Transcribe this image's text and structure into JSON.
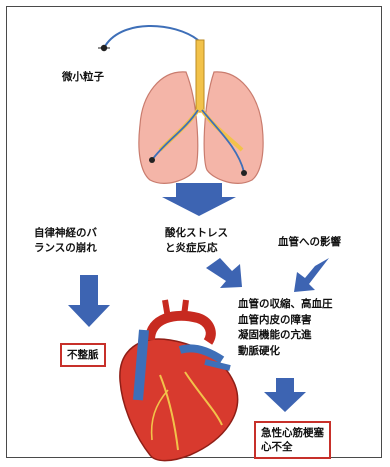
{
  "labels": {
    "particles": "微小粒子",
    "autonomic_line1": "自律神経のバ",
    "autonomic_line2": "ランスの崩れ",
    "oxidative_line1": "酸化ストレス",
    "oxidative_line2": "と炎症反応",
    "vascular": "血管への影響",
    "effects": [
      "血管の収縮、高血圧",
      "血管内皮の障害",
      "凝固機能の亢進",
      "動脈硬化"
    ],
    "arrhythmia": "不整脈",
    "outcome_line1": "急性心筋梗塞",
    "outcome_line2": "心不全"
  },
  "colors": {
    "frame": "#4a4a4a",
    "arrow": "#3d64b2",
    "box_border": "#c7302a",
    "lung": "#f4b5a8",
    "heart": "#d83a2e",
    "vessel": "#3e6fb8",
    "airway": "#f2c24a"
  },
  "icons": [
    "lungs-illustration",
    "heart-illustration",
    "particle-dot-icon"
  ]
}
